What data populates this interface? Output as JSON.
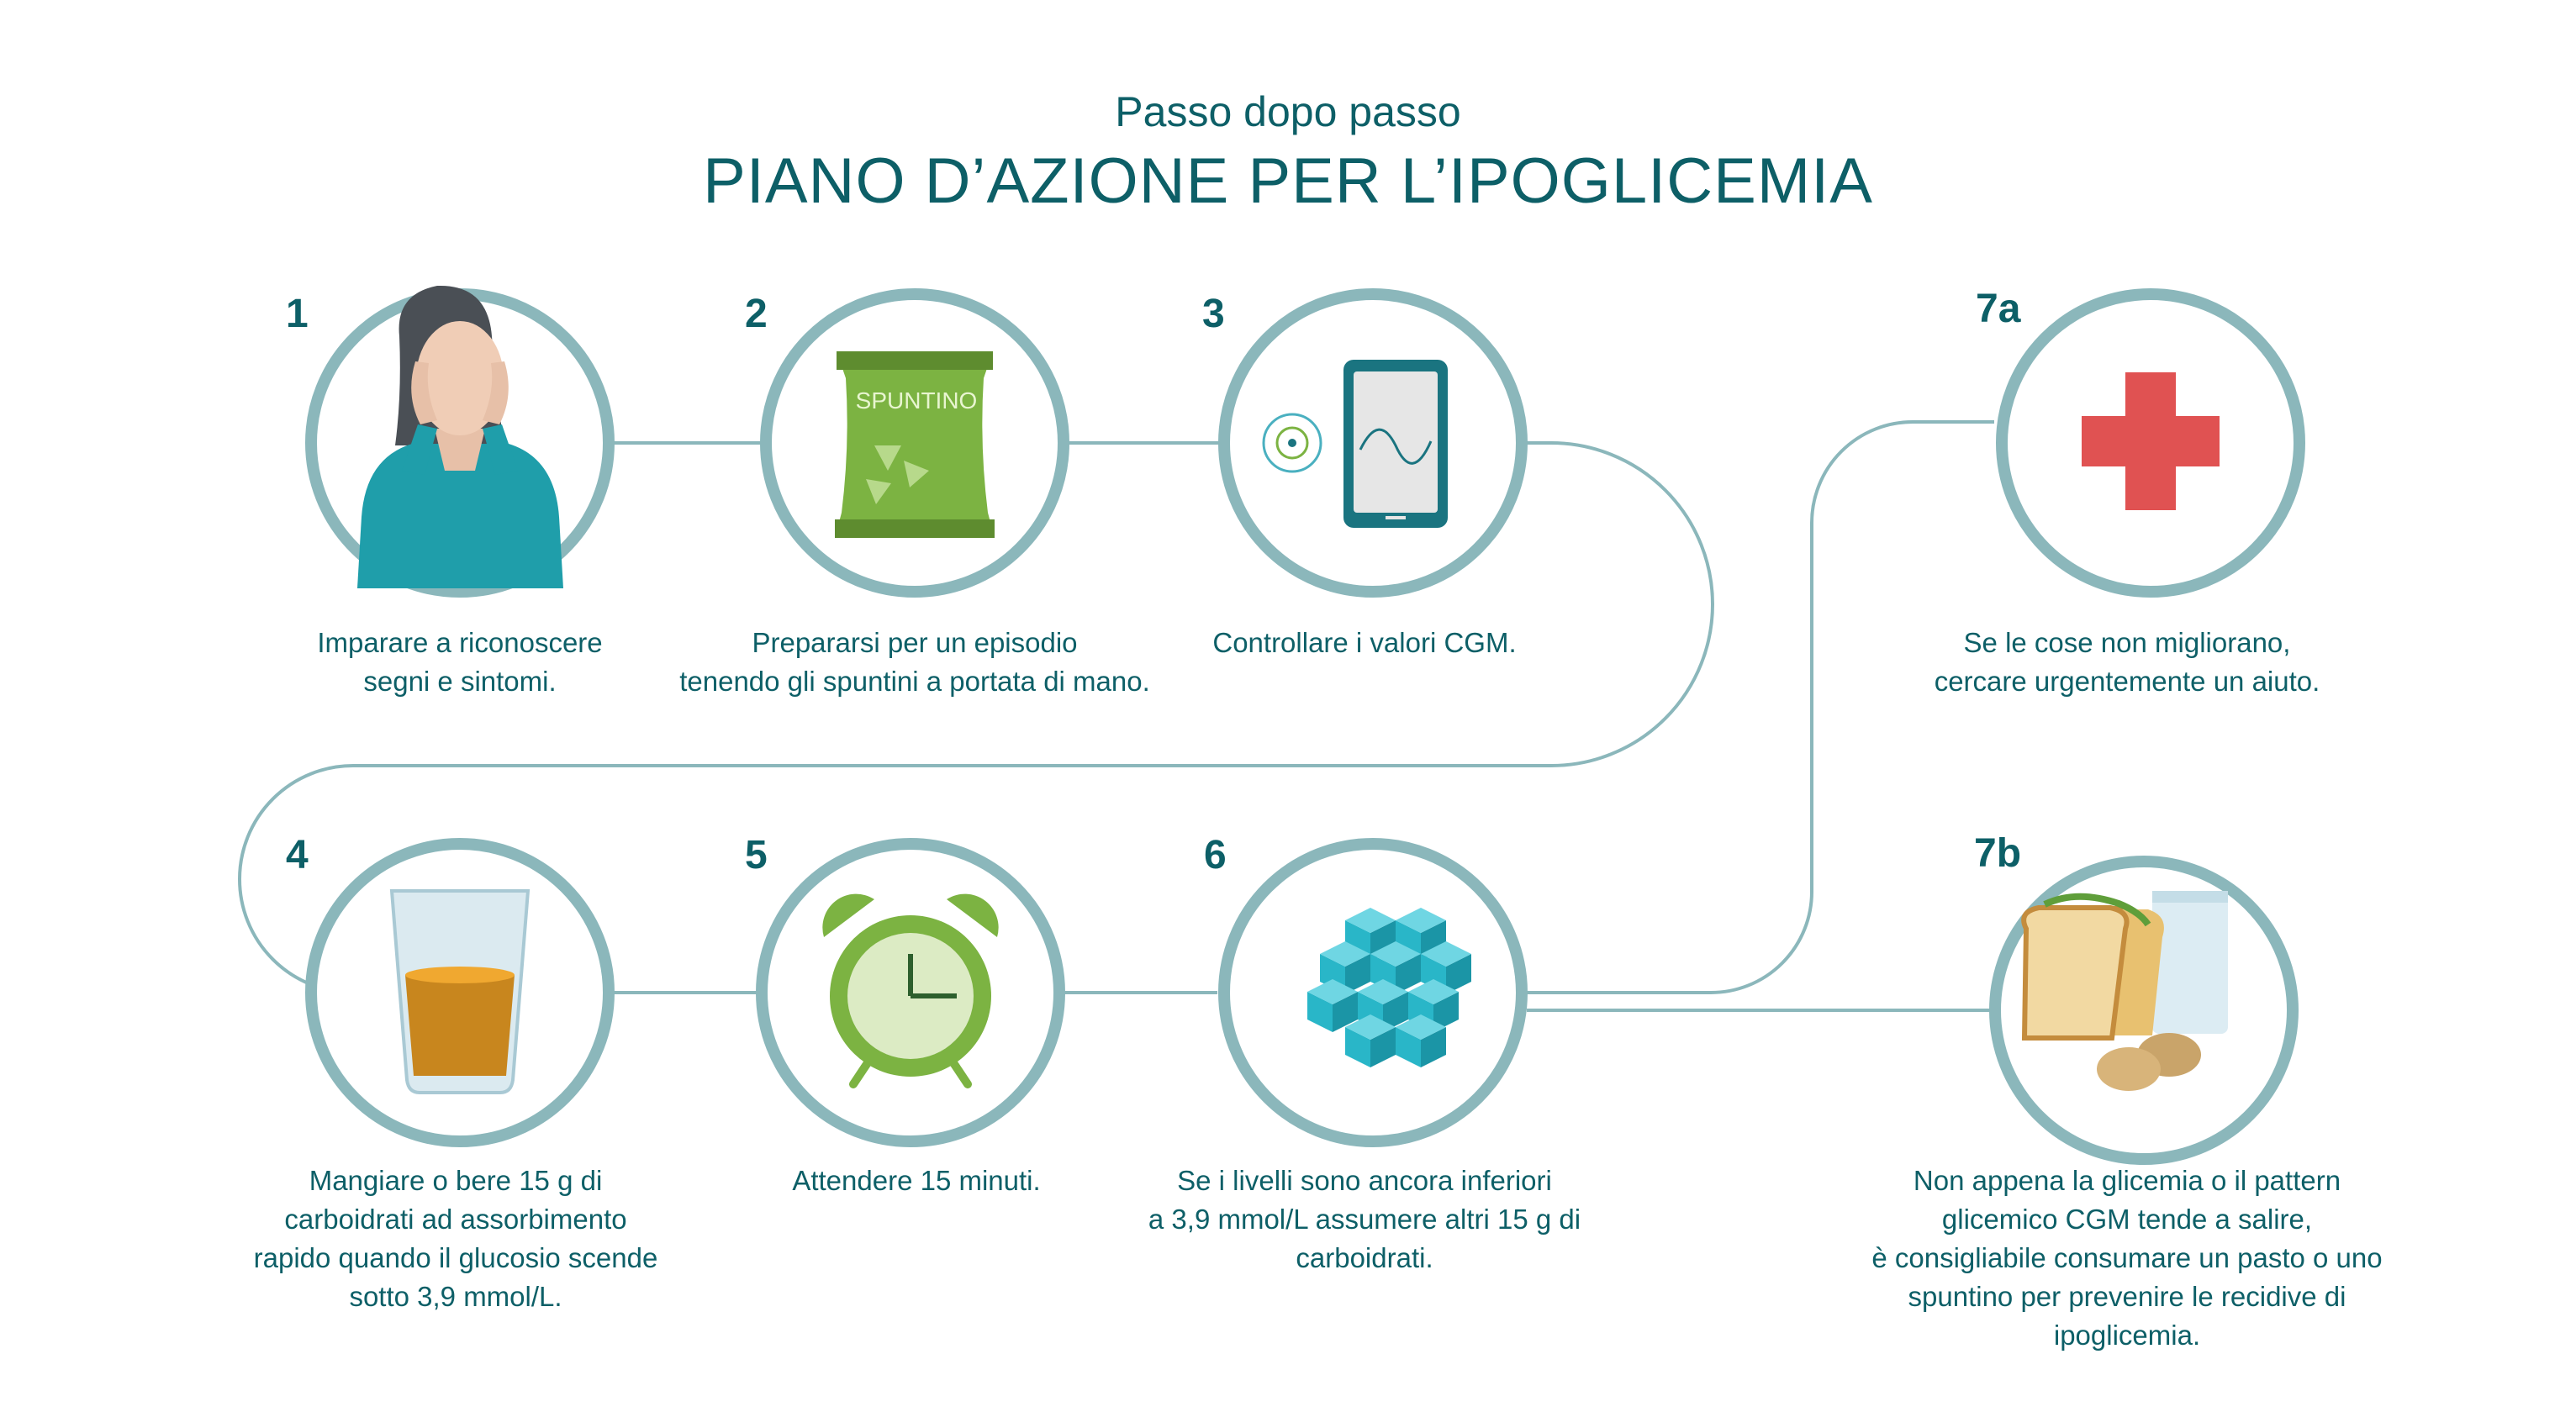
{
  "header": {
    "subtitle": "Passo dopo passo",
    "title": "PIANO D’AZIONE PER L’IPOGLICEMIA"
  },
  "colors": {
    "ring": "#8bb7bb",
    "line": "#8bb7bb",
    "text": "#0d5f67",
    "teal_cloth": "#1f9eaa",
    "snack_green": "#7cb342",
    "juice": "#d4881e",
    "clock_green": "#7cb342",
    "cube_blue": "#29b6c8",
    "cross_red": "#e05252"
  },
  "steps": [
    {
      "number": "1",
      "icon": "worried-person-icon",
      "lines": [
        "Imparare a riconoscere",
        "segni e sintomi."
      ]
    },
    {
      "number": "2",
      "icon": "snack-bag-icon",
      "bag_label": "SPUNTINO",
      "lines": [
        "Prepararsi per un episodio",
        "tenendo gli spuntini a portata di mano."
      ]
    },
    {
      "number": "3",
      "icon": "cgm-phone-icon",
      "lines": [
        "Controllare i valori CGM."
      ]
    },
    {
      "number": "4",
      "icon": "juice-glass-icon",
      "lines": [
        "Mangiare o bere 15 g di",
        "carboidrati ad assorbimento",
        "rapido quando il glucosio scende",
        "sotto 3,9 mmol/L."
      ]
    },
    {
      "number": "5",
      "icon": "alarm-clock-icon",
      "lines": [
        "Attendere 15 minuti."
      ]
    },
    {
      "number": "6",
      "icon": "sugar-cubes-icon",
      "lines": [
        "Se i livelli sono ancora inferiori",
        "a 3,9 mmol/L assumere altri 15 g di",
        "carboidrati."
      ]
    },
    {
      "number": "7a",
      "icon": "medical-cross-icon",
      "lines": [
        "Se le cose non migliorano,",
        "cercare urgentemente un aiuto."
      ]
    },
    {
      "number": "7b",
      "icon": "sandwich-meal-icon",
      "lines": [
        "Non appena la glicemia o il pattern",
        "glicemico CGM tende a salire,",
        "è consigliabile consumare un pasto o uno",
        "spuntino per prevenire le recidive di",
        "ipoglicemia."
      ]
    }
  ]
}
